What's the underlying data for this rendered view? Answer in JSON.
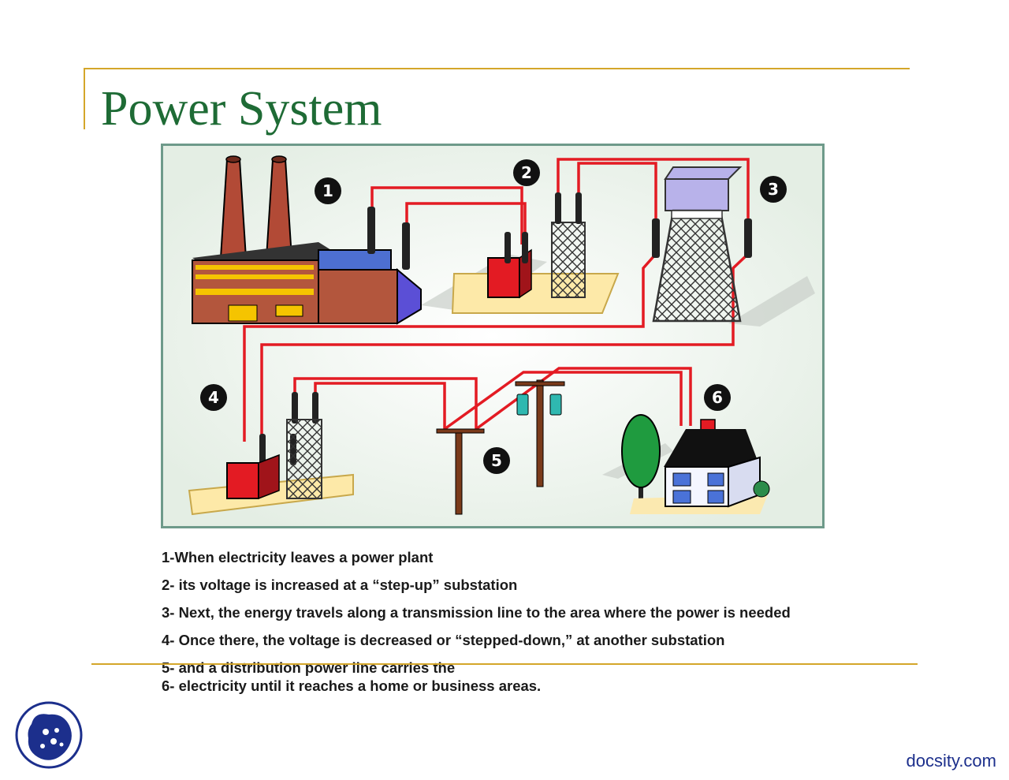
{
  "slide": {
    "title": "Power System",
    "diagram_labels": [
      "1",
      "2",
      "3",
      "4",
      "5",
      "6"
    ],
    "steps": [
      "1-When electricity leaves a power plant",
      "2- its voltage is increased at a “step-up” substation",
      "3- Next, the energy travels along a transmission line to the area where the power is needed",
      "4- Once there, the voltage is decreased or “stepped-down,” at another substation",
      "5- and a distribution power line  carries the",
      "6- electricity until it reaches a home or business areas."
    ]
  },
  "footer": {
    "site": "docsity.com"
  },
  "colors": {
    "accent_rule": "#d4a62a",
    "title": "#1e6b35",
    "power_line": "#e31b23",
    "frame": "#6e9a8a",
    "brand": "#1c2f8c"
  },
  "icons": [
    "power-plant-icon",
    "substation-icon",
    "transmission-tower-icon",
    "utility-pole-icon",
    "house-icon",
    "tree-icon",
    "docsity-logo-icon"
  ]
}
